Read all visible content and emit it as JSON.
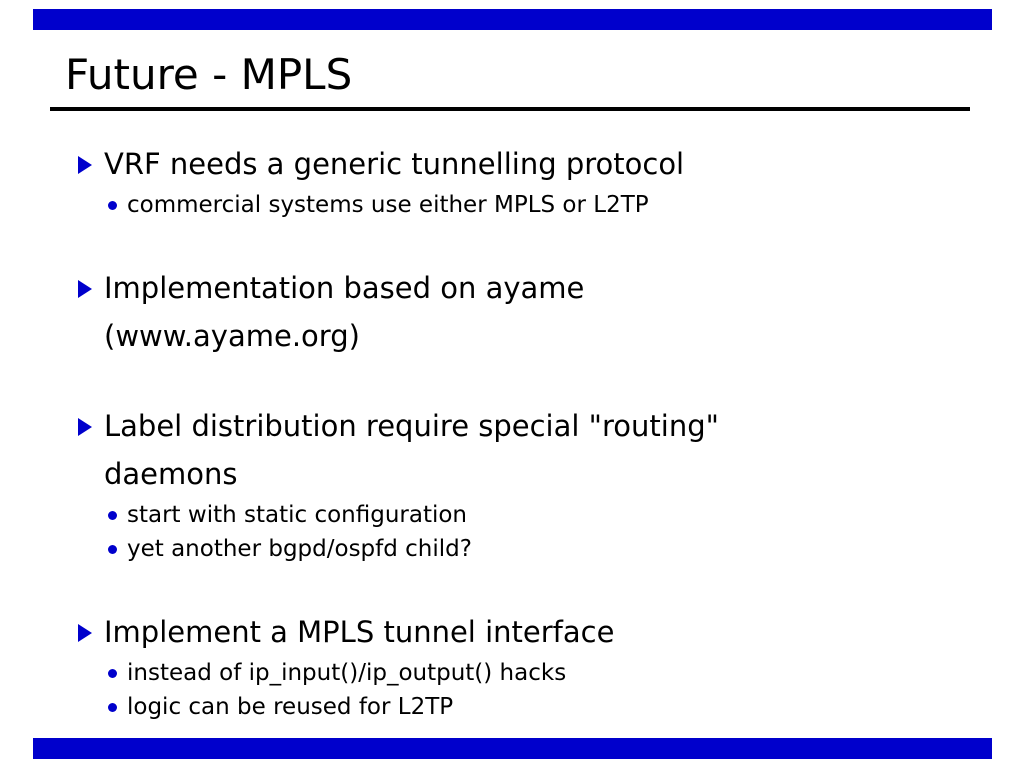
{
  "slide": {
    "title": "Future - MPLS",
    "accent_color": "#0000cc",
    "bullets": [
      {
        "lines": [
          "VRF needs a generic tunnelling protocol"
        ],
        "subs": [
          "commercial systems use either MPLS or L2TP"
        ]
      },
      {
        "lines": [
          "Implementation based on ayame",
          "(www.ayame.org)"
        ],
        "subs": []
      },
      {
        "lines": [
          "Label distribution require special \"routing\"",
          "daemons"
        ],
        "subs": [
          "start with static configuration",
          "yet another bgpd/ospfd child?"
        ]
      },
      {
        "lines": [
          "Implement a MPLS tunnel interface"
        ],
        "subs": [
          "instead of ip_input()/ip_output() hacks",
          "logic can be reused for L2TP"
        ]
      }
    ]
  }
}
